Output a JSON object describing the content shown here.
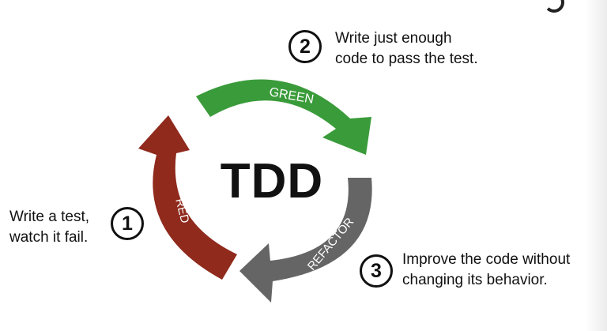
{
  "title": "TDD",
  "phases": {
    "green": {
      "label": "GREEN",
      "color": "#3a9b3a"
    },
    "refactor": {
      "label": "REFACTOR",
      "color": "#656565"
    },
    "red": {
      "label": "RED",
      "color": "#8f2a1c"
    }
  },
  "steps": [
    {
      "number": "1",
      "line1": "Write a test,",
      "line2": "watch it fail."
    },
    {
      "number": "2",
      "line1": "Write just enough",
      "line2": "code to pass the test."
    },
    {
      "number": "3",
      "line1": "Improve the code without",
      "line2": "changing its behavior."
    }
  ]
}
